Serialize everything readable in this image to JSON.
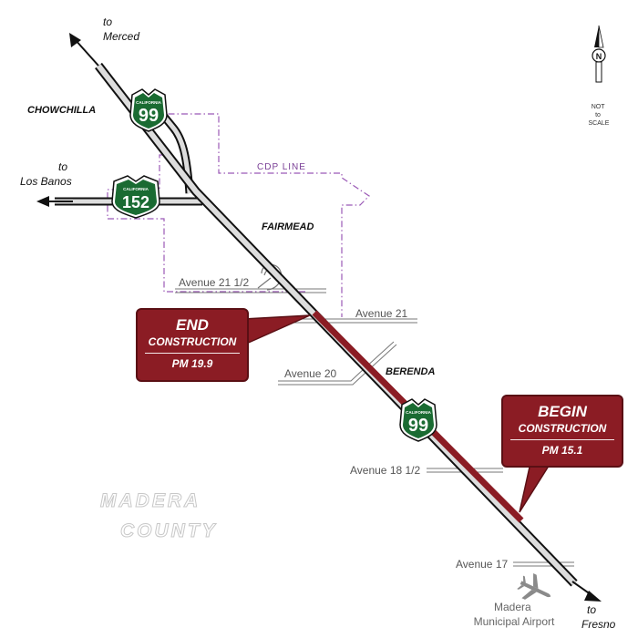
{
  "destinations": {
    "merced": "to\nMerced",
    "los_banos": "to\nLos Banos",
    "fresno": "to\nFresno"
  },
  "towns": {
    "chowchilla": "CHOWCHILLA",
    "fairmead": "FAIRMEAD",
    "berenda": "BERENDA"
  },
  "cdp_line": "CDP LINE",
  "shields": {
    "sr99_top": {
      "state": "CALIFORNIA",
      "number": "99"
    },
    "sr152": {
      "state": "CALIFORNIA",
      "number": "152"
    },
    "sr99_mid": {
      "state": "CALIFORNIA",
      "number": "99"
    }
  },
  "shield_color": "#1a6b32",
  "streets": {
    "ave21half": "Avenue 21 1/2",
    "ave21": "Avenue 21",
    "ave20": "Avenue 20",
    "ave18half": "Avenue 18 1/2",
    "ave17": "Avenue 17"
  },
  "end_callout": {
    "title": "END",
    "subtitle": "CONSTRUCTION",
    "pm": "PM 19.9"
  },
  "begin_callout": {
    "title": "BEGIN",
    "subtitle": "CONSTRUCTION",
    "pm": "PM 15.1"
  },
  "callout_color": "#8b1c24",
  "construction_color": "#8b1c24",
  "cdp_color": "#9b59b6",
  "airport": {
    "label": "Madera\nMunicipal Airport",
    "icon": "airplane-icon"
  },
  "county": {
    "line1": "MADERA",
    "line2": "COUNTY"
  },
  "north_arrow": {
    "letter": "N",
    "note": "NOT\nto\nSCALE"
  }
}
